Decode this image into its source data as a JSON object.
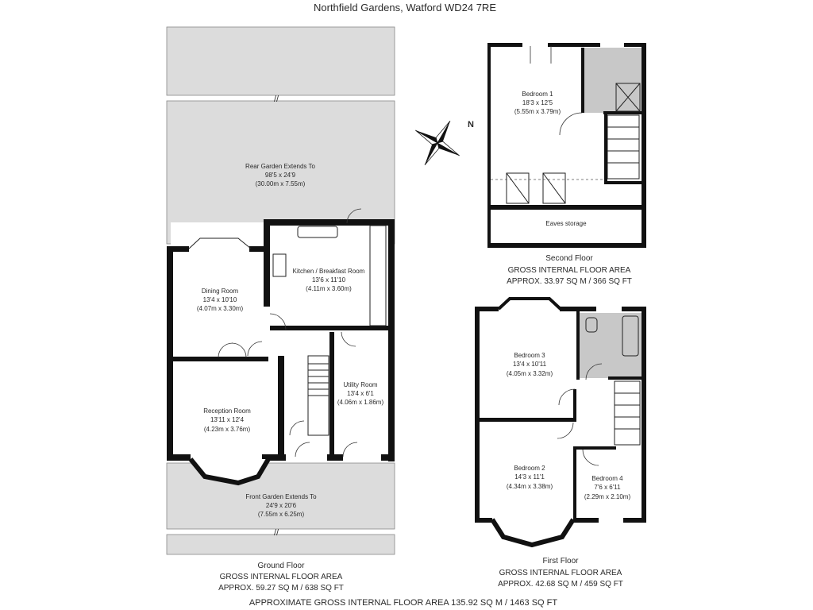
{
  "title": "Northfield Gardens, Watford WD24 7RE",
  "rooms": {
    "rear_garden": [
      "Rear Garden Extends To",
      "98'5 x 24'9",
      "(30.00m x 7.55m)"
    ],
    "dining": [
      "Dining Room",
      "13'4 x 10'10",
      "(4.07m x 3.30m)"
    ],
    "kitchen": [
      "Kitchen / Breakfast Room",
      "13'6 x 11'10",
      "(4.11m x 3.60m)"
    ],
    "reception": [
      "Reception Room",
      "13'11 x 12'4",
      "(4.23m x 3.76m)"
    ],
    "utility": [
      "Utility Room",
      "13'4 x 6'1",
      "(4.06m x 1.86m)"
    ],
    "front_garden": [
      "Front Garden Extends To",
      "24'9 x 20'6",
      "(7.55m x 6.25m)"
    ],
    "bedroom1": [
      "Bedroom 1",
      "18'3 x 12'5",
      "(5.55m x 3.79m)"
    ],
    "eaves": [
      "Eaves storage"
    ],
    "bedroom3": [
      "Bedroom 3",
      "13'4 x 10'11",
      "(4.05m x 3.32m)"
    ],
    "bedroom2": [
      "Bedroom 2",
      "14'3 x 11'1",
      "(4.34m x 3.38m)"
    ],
    "bedroom4": [
      "Bedroom 4",
      "7'6 x 6'11",
      "(2.29m x 2.10m)"
    ]
  },
  "floors": {
    "ground": [
      "Ground Floor",
      "GROSS INTERNAL FLOOR AREA",
      "APPROX. 59.27 SQ M / 638 SQ FT"
    ],
    "second": [
      "Second Floor",
      "GROSS INTERNAL FLOOR AREA",
      "APPROX. 33.97 SQ M / 366 SQ FT"
    ],
    "first": [
      "First Floor",
      "GROSS INTERNAL FLOOR AREA",
      "APPROX. 42.68 SQ M / 459 SQ FT"
    ]
  },
  "total": "APPROXIMATE GROSS INTERNAL FLOOR AREA 135.92 SQ M / 1463 SQ FT",
  "compass_label": "N",
  "colors": {
    "garden": "#dcdcdc",
    "wall": "#111111",
    "wet_room": "#c8c8c8"
  }
}
